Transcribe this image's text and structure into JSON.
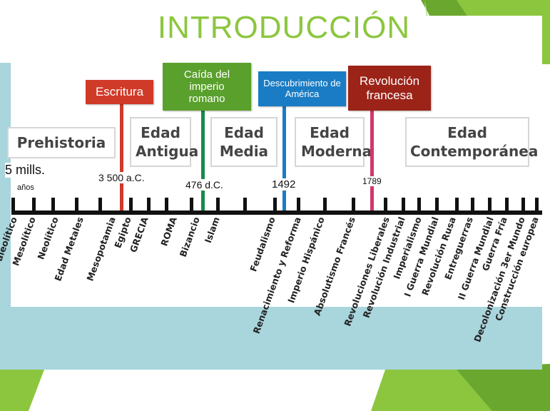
{
  "slide": {
    "title": "INTRODUCCIÓN"
  },
  "colors": {
    "accent_green": "#8cc63f",
    "escritura": "#d03a28",
    "caida": "#5aa02c",
    "descubrimiento": "#1a7cc4",
    "revolucion": "#9b2318"
  },
  "events": [
    {
      "label": "Escritura",
      "date": "3 500 a.C."
    },
    {
      "label": "Caída del imperio romano",
      "date": "476 d.C."
    },
    {
      "label": "Descubrimiento de América",
      "date": "1492"
    },
    {
      "label": "Revolución francesa",
      "date": "1789"
    }
  ],
  "start": {
    "value": "5 mills.",
    "unit": "años"
  },
  "periods": [
    "Prehistoria",
    "Edad Antigua",
    "Edad Media",
    "Edad Moderna",
    "Edad Contemporánea"
  ],
  "stages": [
    "Paleolítico",
    "Mesolítico",
    "Neolítico",
    "Edad Metales",
    "Mesopotamia",
    "Egipto",
    "GRECIA",
    "ROMA",
    "Bizancio",
    "Islam",
    "Feudalismo",
    "Renacimiento y Reforma",
    "Imperio Hispánico",
    "Absolutismo Francés",
    "Revoluciones Liberales",
    "Revolución Industrial",
    "Imperialismo",
    "I Guerra Mundial",
    "Revolución Rusa",
    "Entreguerras",
    "II Guerra Mundial",
    "Guerra Fría",
    "Decolonización 3er Mundo",
    "Construcción europea"
  ]
}
